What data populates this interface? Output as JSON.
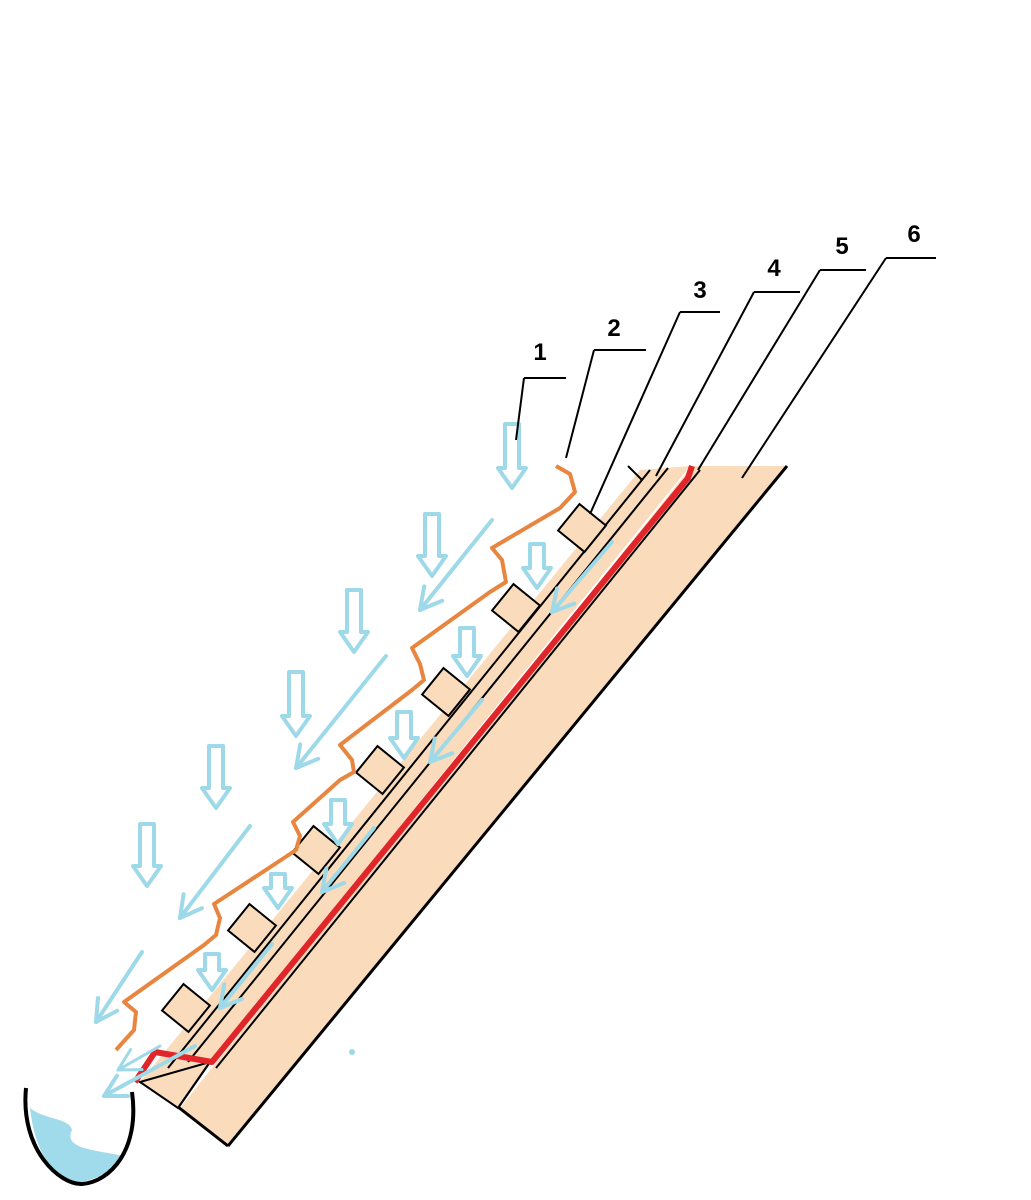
{
  "diagram": {
    "colors": {
      "background": "#ffffff",
      "wood": "#fadcbc",
      "outline": "#000000",
      "roofing": "#e8853f",
      "membrane": "#e0262a",
      "water": "#9dd9e8",
      "gutter_water": "#9fdbea"
    },
    "callouts": [
      {
        "label": "1"
      },
      {
        "label": "2"
      },
      {
        "label": "3"
      },
      {
        "label": "4"
      },
      {
        "label": "5"
      },
      {
        "label": "6"
      }
    ]
  }
}
